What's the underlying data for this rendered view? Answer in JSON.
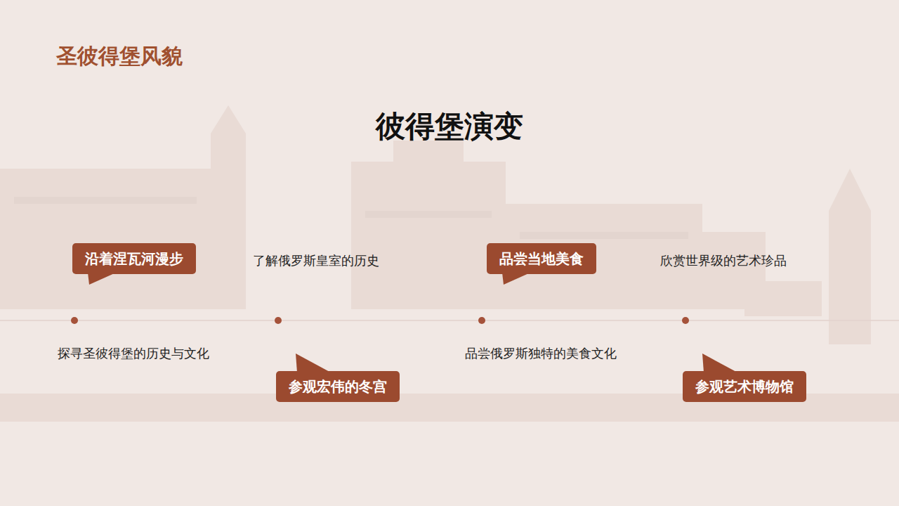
{
  "diagram": {
    "title": "彼得堡演变",
    "nodes": [
      {
        "text": [
          "沿着涅瓦河漫步"
        ]
      },
      {
        "text": [
          "参观宏伟的冬宫"
        ]
      },
      {
        "text": [
          "品尝当地美食"
        ]
      },
      {
        "text": [
          "参观艺术博物馆"
        ]
      }
    ],
    "labels": [
      "圣彼得堡风貌",
      "探寻圣彼得堡的历史与文化",
      "了解俄罗斯皇室的历史",
      "品尝俄罗斯独特的美食文化",
      "欣赏世界级的艺术珍品"
    ]
  }
}
